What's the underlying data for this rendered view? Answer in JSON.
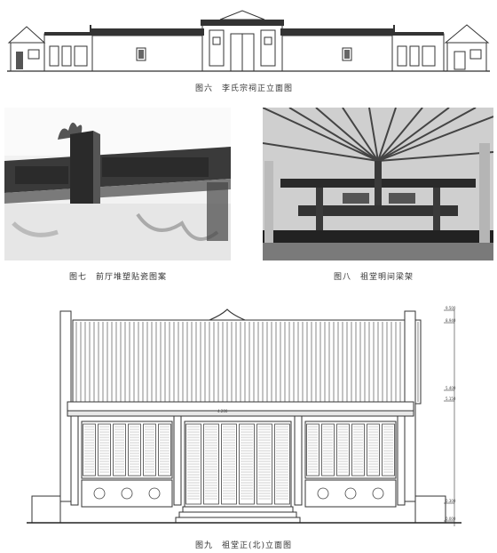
{
  "figures": [
    {
      "id": "fig6",
      "caption": "图六　李氏宗祠正立面图"
    },
    {
      "id": "fig7",
      "caption": "图七　前厅堆塑贴瓷图案"
    },
    {
      "id": "fig8",
      "caption": "图八　祖堂明间梁架"
    },
    {
      "id": "fig9",
      "caption": "图九　祖堂正(北)立面图"
    }
  ],
  "elevation_marks": [
    "9.500",
    "8.940",
    "5.400",
    "5.150",
    "4.200",
    "0.300",
    "0.000"
  ]
}
